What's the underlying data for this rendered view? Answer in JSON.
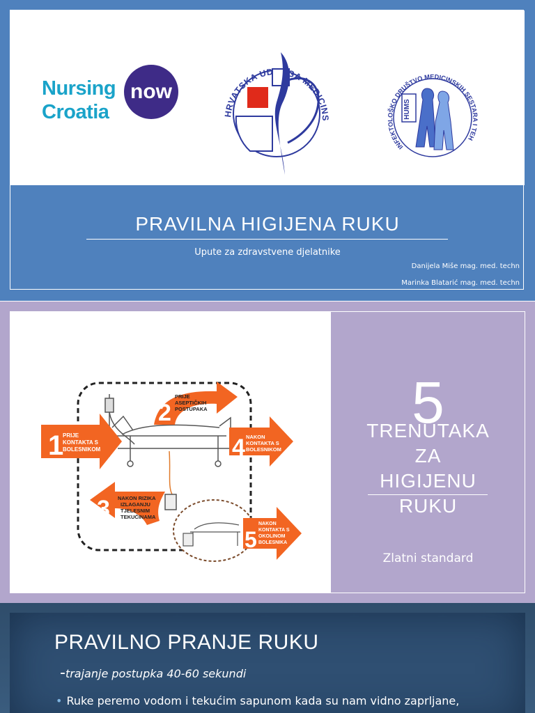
{
  "slide1": {
    "logos": {
      "nursing_now": {
        "line1": "Nursing",
        "line2": "Croatia",
        "badge": "now"
      },
      "hums": {
        "arc_text": "HRVATSKA UDRUGA MEDICINSKIH SESTARA"
      },
      "idms": {
        "arc_text": "INFEKTOLOŠKO DRUŠTVO MEDICINSKIH SESTARA I TEHNIČARA",
        "badge": "HUMS"
      }
    },
    "title": "PRAVILNA HIGIJENA RUKU",
    "subtitle": "Upute za zdravstvene djelatnike",
    "authors": [
      "Danijela Miše mag. med. techn",
      "Marinka Blatarić mag. med. techn"
    ]
  },
  "slide2": {
    "moments": [
      {
        "num": "1",
        "text_1": "PRIJE",
        "text_2": "KONTAKTA S",
        "text_3": "BOLESNIKOM"
      },
      {
        "num": "2",
        "text_1": "PRIJE",
        "text_2": "ASEPTIČKIH",
        "text_3": "POSTUPAKA"
      },
      {
        "num": "3",
        "text_1": "NAKON RIZIKA",
        "text_2": "IZLAGANJU",
        "text_3": "TJELESNIM",
        "text_4": "TEKUĆINAMA"
      },
      {
        "num": "4",
        "text_1": "NAKON",
        "text_2": "KONTAKTA S",
        "text_3": "BOLESNIKOM"
      },
      {
        "num": "5",
        "text_1": "NAKON",
        "text_2": "KONTAKTA S",
        "text_3": "OKOLINOM",
        "text_4": "BOLESNIKA"
      }
    ],
    "number": "5",
    "heading_lines": [
      "TRENUTAKA",
      "ZA",
      "HIGIJENU",
      "RUKU"
    ],
    "tagline": "Zlatni standard"
  },
  "slide3": {
    "title": "PRAVILNO PRANJE RUKU",
    "duration_dash": "-",
    "duration": "trajanje postupka 40-60 sekundi",
    "bullet": "Ruke peremo vodom i tekućim sapunom kada su nam vidno zaprljane,"
  },
  "colors": {
    "slide1_bg": "#4f81bd",
    "slide2_bg": "#b2a6cc",
    "slide3_bg": "#2f4f72",
    "arrow_orange": "#f26522",
    "nursing_teal": "#1aa3c9",
    "nursing_purple": "#3e2b87",
    "hums_blue": "#2e3a9e",
    "hums_red": "#e02a1a"
  }
}
